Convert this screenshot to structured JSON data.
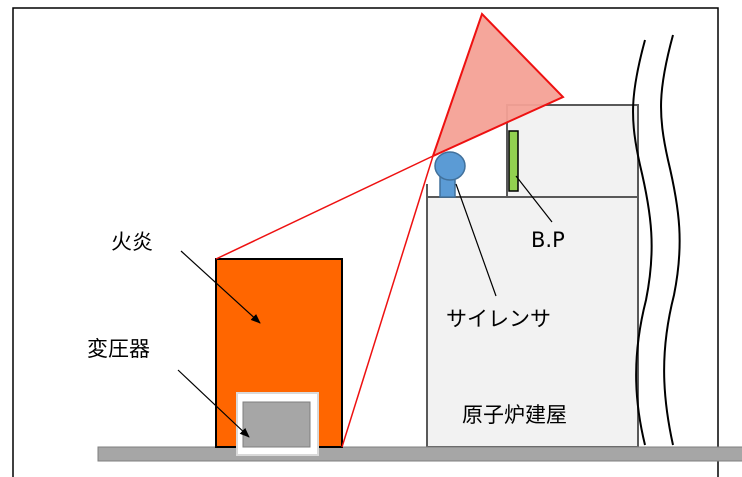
{
  "labels": {
    "flame": "火炎",
    "transformer": "変圧器",
    "blowout_panel": "B.P",
    "silencer": "サイレンサ",
    "reactor_building": "原子炉建屋"
  },
  "colors": {
    "flame_fill": "#ff6600",
    "transformer_fill": "#a6a6a6",
    "ground_fill": "#a6a6a6",
    "building_fill": "#f2f2f2",
    "building_stroke": "#595959",
    "silencer_fill": "#5b9bd5",
    "silencer_stroke": "#41719c",
    "panel_fill": "#92d050",
    "view_cone_fill": "#f4a196",
    "view_cone_stroke": "#ee1111",
    "sight_line": "#ee1111"
  }
}
